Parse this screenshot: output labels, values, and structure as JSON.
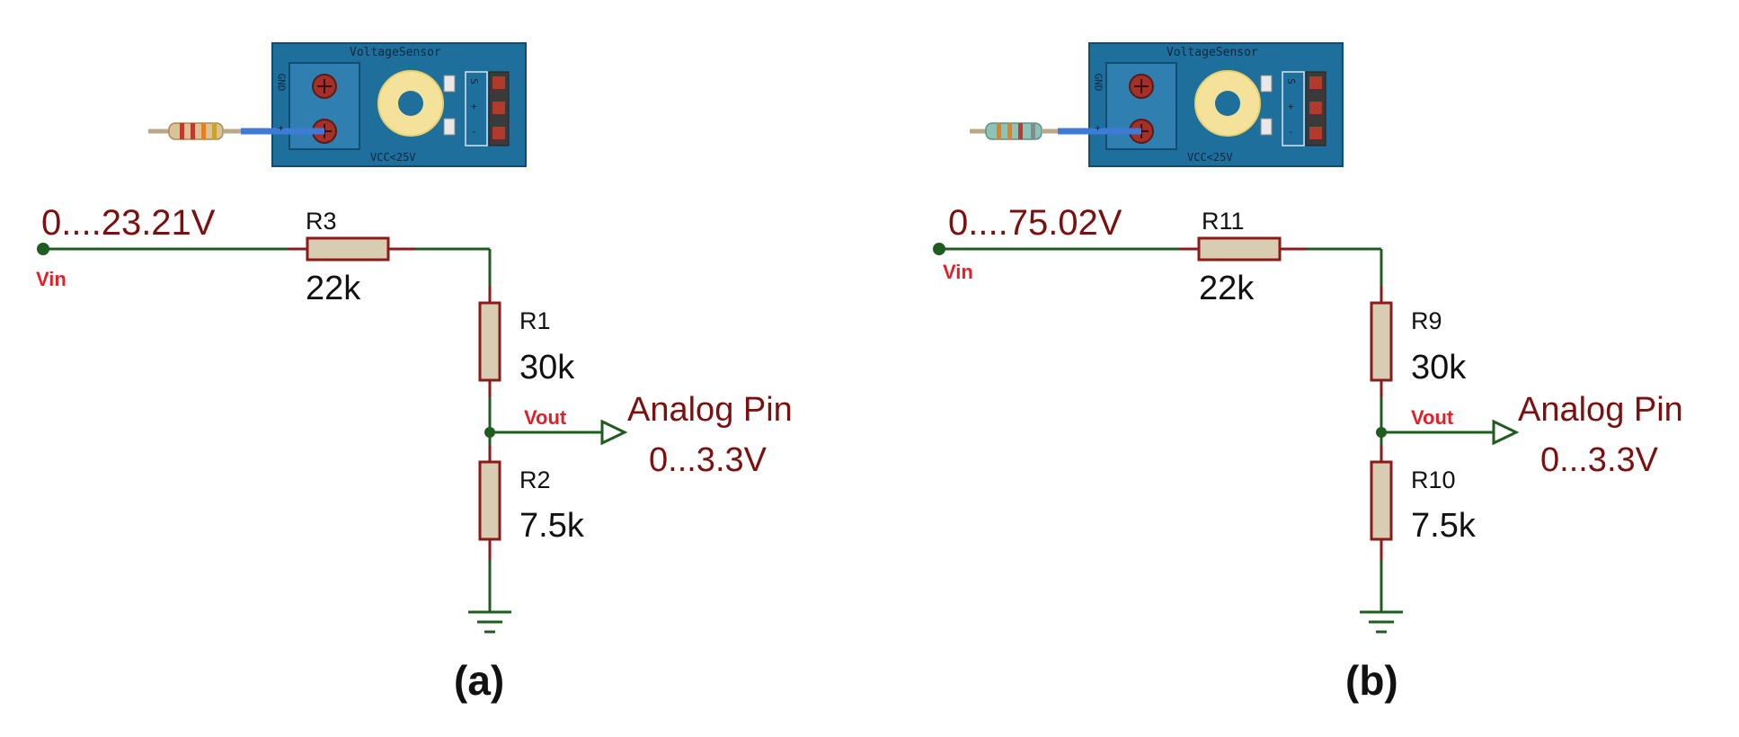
{
  "colors": {
    "wire": "#1f5c1f",
    "resistor_border": "#8b1a1a",
    "resistor_fill": "#d8cdb2",
    "label_dark_red": "#7a1010",
    "label_red": "#e0212b",
    "module_blue": "#1e6f9c",
    "terminal_block": "#2f7fb0"
  },
  "panels": [
    {
      "module": {
        "title": "VoltageSensor",
        "footer": "VCC<25V",
        "pins": [
          "S",
          "+",
          "-"
        ],
        "terminals": [
          "GND",
          "+"
        ]
      },
      "vin_range": "0....23.21V",
      "vin_label": "Vin",
      "r_series": {
        "name": "R3",
        "value": "22k"
      },
      "r_upper": {
        "name": "R1",
        "value": "30k"
      },
      "r_lower": {
        "name": "R2",
        "value": "7.5k"
      },
      "vout_label": "Vout",
      "output": {
        "title": "Analog Pin",
        "range": "0...3.3V"
      },
      "caption": "(a)"
    },
    {
      "module": {
        "title": "VoltageSensor",
        "footer": "VCC<25V",
        "pins": [
          "S",
          "+",
          "-"
        ],
        "terminals": [
          "GND",
          "+"
        ]
      },
      "vin_range": "0....75.02V",
      "vin_label": "Vin",
      "r_series": {
        "name": "R11",
        "value": "22k"
      },
      "r_upper": {
        "name": "R9",
        "value": "30k"
      },
      "r_lower": {
        "name": "R10",
        "value": "7.5k"
      },
      "vout_label": "Vout",
      "output": {
        "title": "Analog Pin",
        "range": "0...3.3V"
      },
      "caption": "(b)"
    }
  ]
}
